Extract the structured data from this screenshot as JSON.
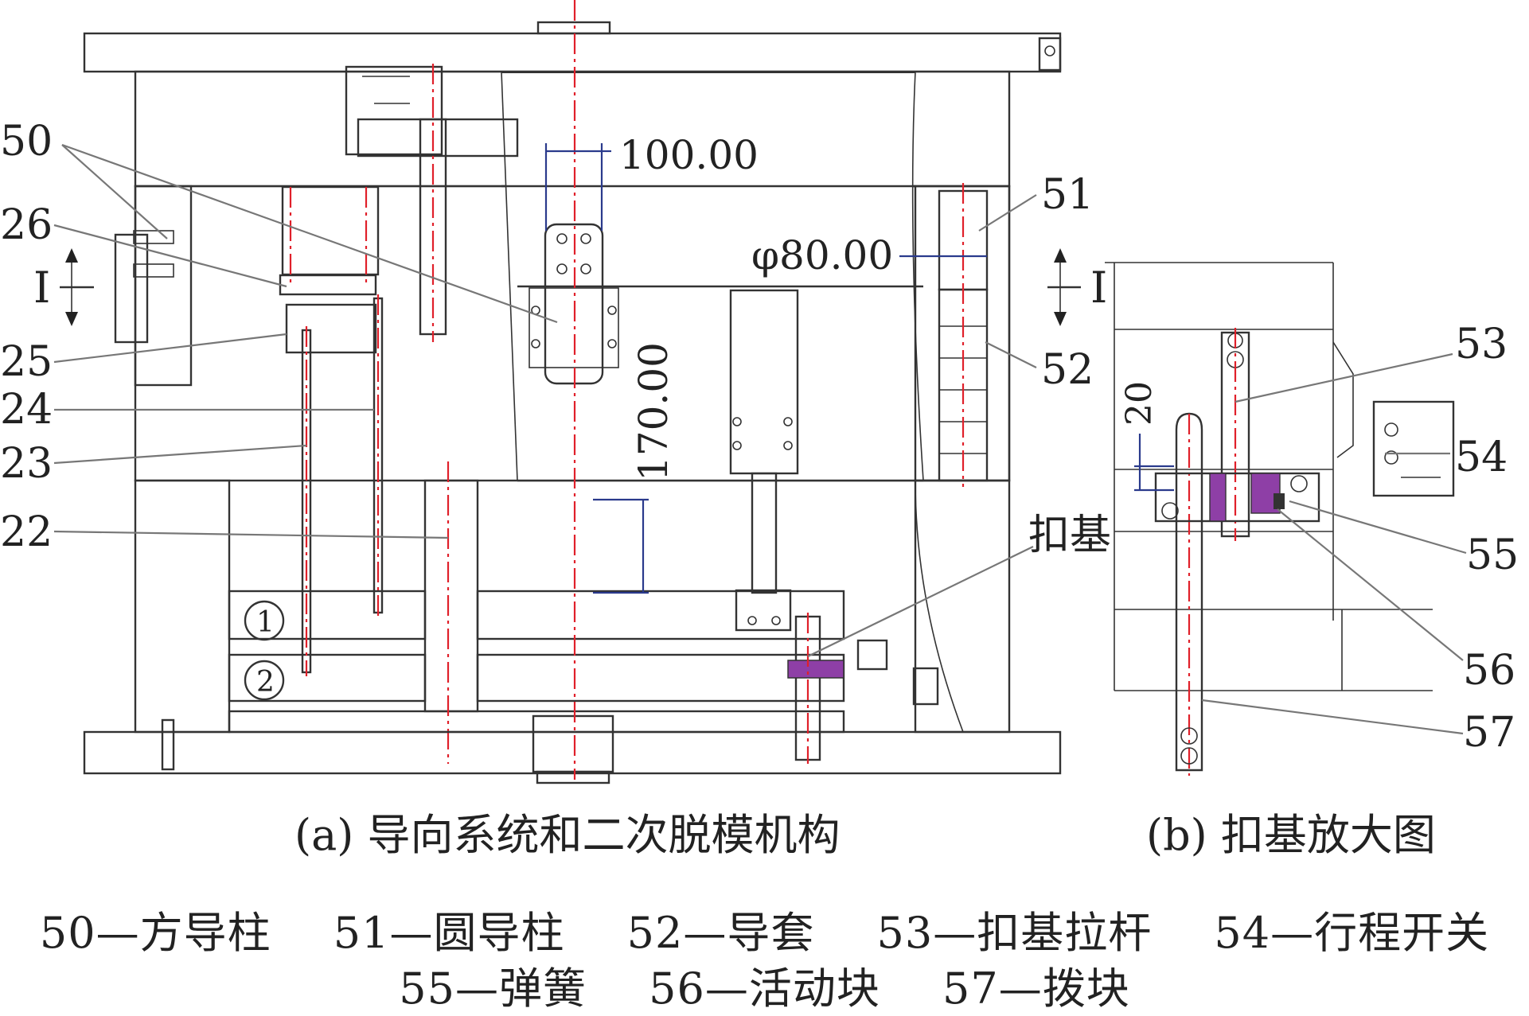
{
  "figure_a": {
    "caption": "(a) 导向系统和二次脱模机构",
    "labels": [
      "50",
      "26",
      "25",
      "24",
      "23",
      "22",
      "51",
      "52",
      "扣基"
    ],
    "section_mark": "I",
    "circled": [
      "1",
      "2"
    ],
    "dimensions": [
      "100.00",
      "170.00",
      "φ80.00"
    ]
  },
  "figure_b": {
    "caption": "(b) 扣基放大图",
    "labels": [
      "53",
      "54",
      "55",
      "56",
      "57"
    ],
    "dimension": "20"
  },
  "legend": {
    "line1": [
      "50—方导柱",
      "51—圆导柱",
      "52—导套",
      "53—扣基拉杆",
      "54—行程开关"
    ],
    "line2": [
      "55—弹簧",
      "56—活动块",
      "57—拨块"
    ]
  },
  "colors": {
    "centerline": "#e0202a",
    "dimension": "#2a3a8c",
    "accent_part": "#8e3fa6"
  }
}
